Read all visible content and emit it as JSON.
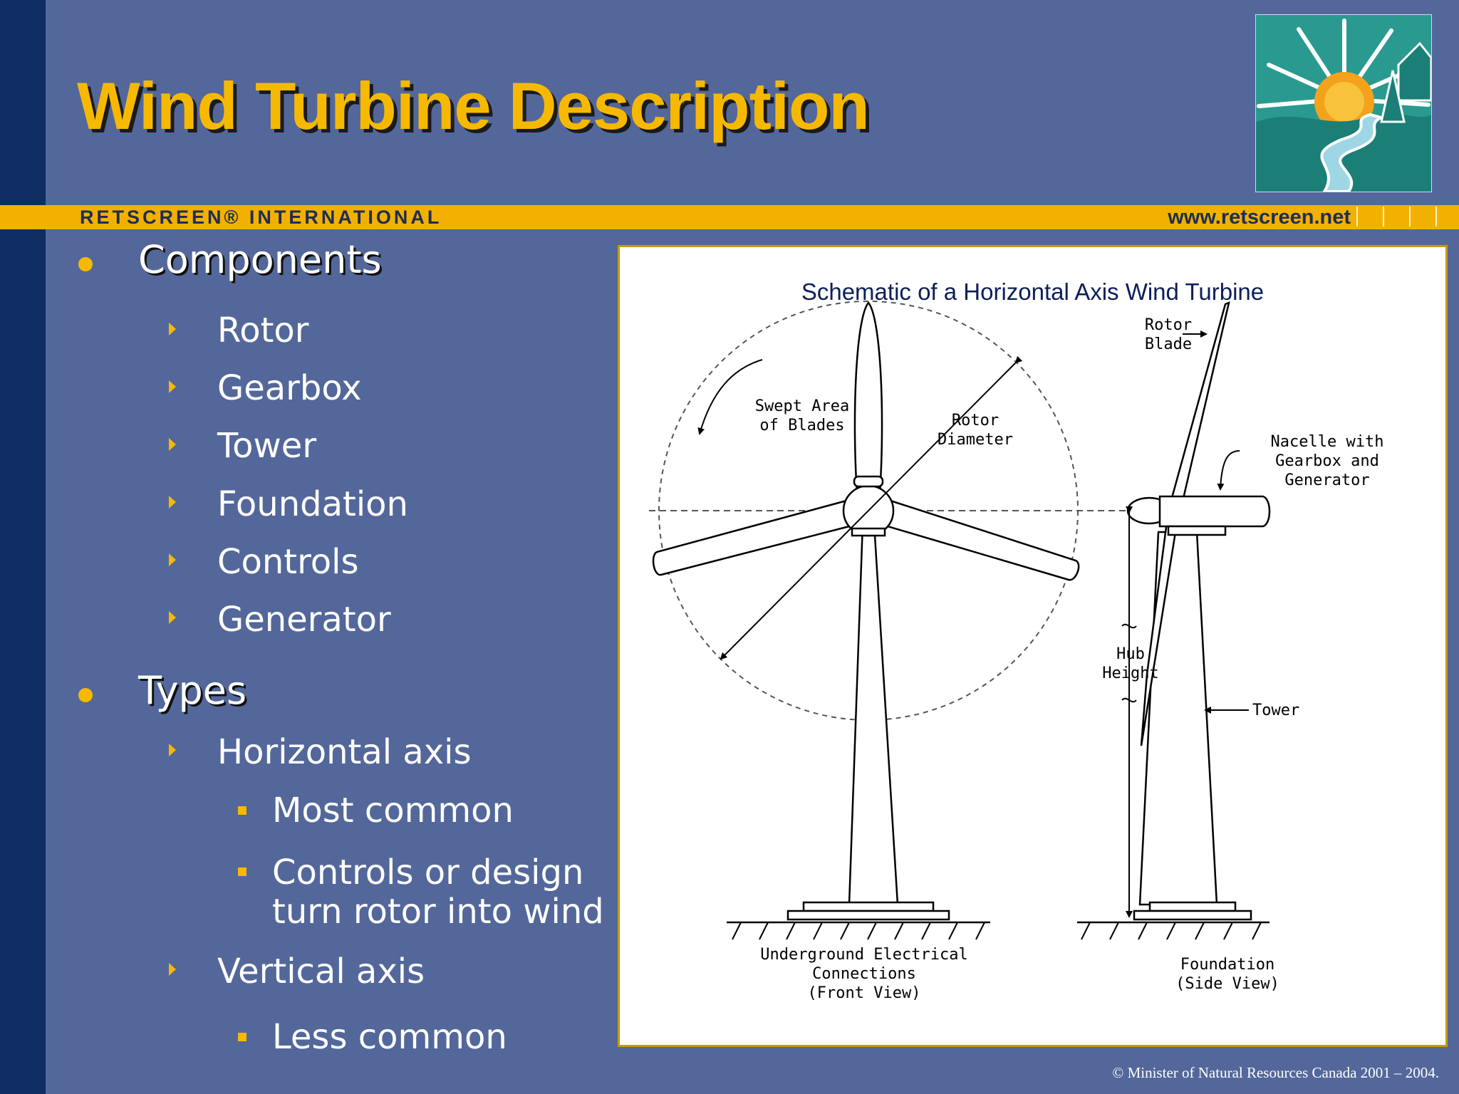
{
  "slide": {
    "title": "Wind Turbine Description",
    "banner": {
      "brand": "RETSCREEN® INTERNATIONAL",
      "url": "www.retscreen.net"
    },
    "bullets": {
      "components": {
        "label": "Components",
        "items": [
          "Rotor",
          "Gearbox",
          "Tower",
          "Foundation",
          "Controls",
          "Generator"
        ]
      },
      "types": {
        "label": "Types",
        "horizontal": {
          "label": "Horizontal axis",
          "items": [
            "Most common",
            "Controls or design",
            "turn rotor into wind"
          ]
        },
        "vertical": {
          "label": "Vertical axis",
          "items": [
            "Less common"
          ]
        }
      }
    },
    "figure": {
      "title": "Schematic of a Horizontal Axis Wind Turbine",
      "labels": {
        "swept_area_1": "Swept Area",
        "swept_area_2": "of Blades",
        "rotor_diameter_1": "Rotor",
        "rotor_diameter_2": "Diameter",
        "rotor_blade_1": "Rotor",
        "rotor_blade_2": "Blade",
        "nacelle_1": "Nacelle with",
        "nacelle_2": "Gearbox and",
        "nacelle_3": "Generator",
        "hub_height_1": "Hub",
        "hub_height_2": "Height",
        "tower": "Tower",
        "underground_1": "Underground Electrical",
        "underground_2": "Connections",
        "underground_3": "(Front View)",
        "foundation_1": "Foundation",
        "foundation_2": "(Side View)"
      }
    },
    "copyright": "© Minister of Natural Resources Canada 2001 – 2004.",
    "colors": {
      "background": "#53679a",
      "accent": "#f7b900",
      "stripe": "#0f2d63",
      "banner_text": "#1d2d55"
    }
  }
}
